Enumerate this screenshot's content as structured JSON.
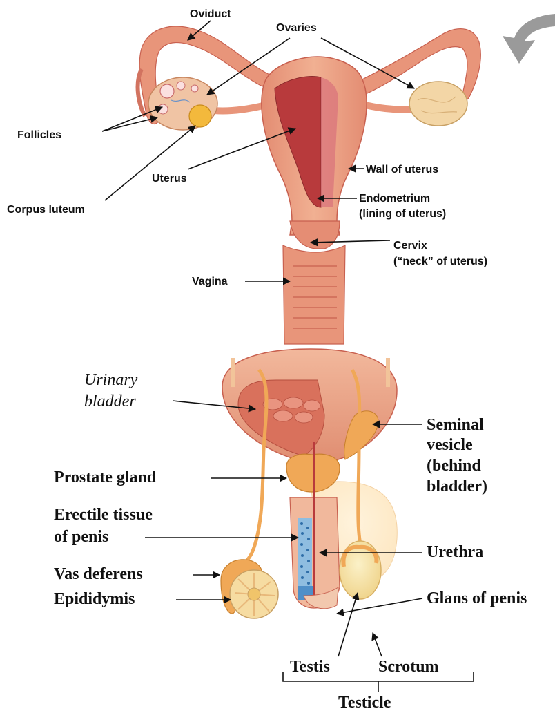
{
  "female_labels": {
    "oviduct": "Oviduct",
    "ovaries": "Ovaries",
    "follicles": "Follicles",
    "uterus": "Uterus",
    "wall_of_uterus": "Wall of uterus",
    "corpus_luteum": "Corpus luteum",
    "endometrium_line1": "Endometrium",
    "endometrium_line2": "(lining of uterus)",
    "cervix_line1": "Cervix",
    "cervix_line2": "(“neck” of uterus)",
    "vagina": "Vagina"
  },
  "male_labels": {
    "urinary_line1": "Urinary",
    "urinary_line2": "bladder",
    "seminal_line1": "Seminal",
    "seminal_line2": "vesicle",
    "seminal_line3": "(behind",
    "seminal_line4": "bladder)",
    "prostate": "Prostate gland",
    "erectile_line1": "Erectile tissue",
    "erectile_line2": "of penis",
    "urethra": "Urethra",
    "vas_deferens": "Vas deferens",
    "epididymis": "Epididymis",
    "glans": "Glans of penis",
    "testis": "Testis",
    "scrotum": "Scrotum",
    "testicle": "Testicle"
  },
  "colors": {
    "tissue": "#e8957a",
    "tissue_light": "#f2b49a",
    "tissue_dark": "#c8604f",
    "endometrium": "#b83a3c",
    "ovary": "#f3d6a6",
    "tube_orange": "#f0a857",
    "erectile_blue": "#4f8fc8",
    "arrow_gray": "#9a9a9a"
  }
}
